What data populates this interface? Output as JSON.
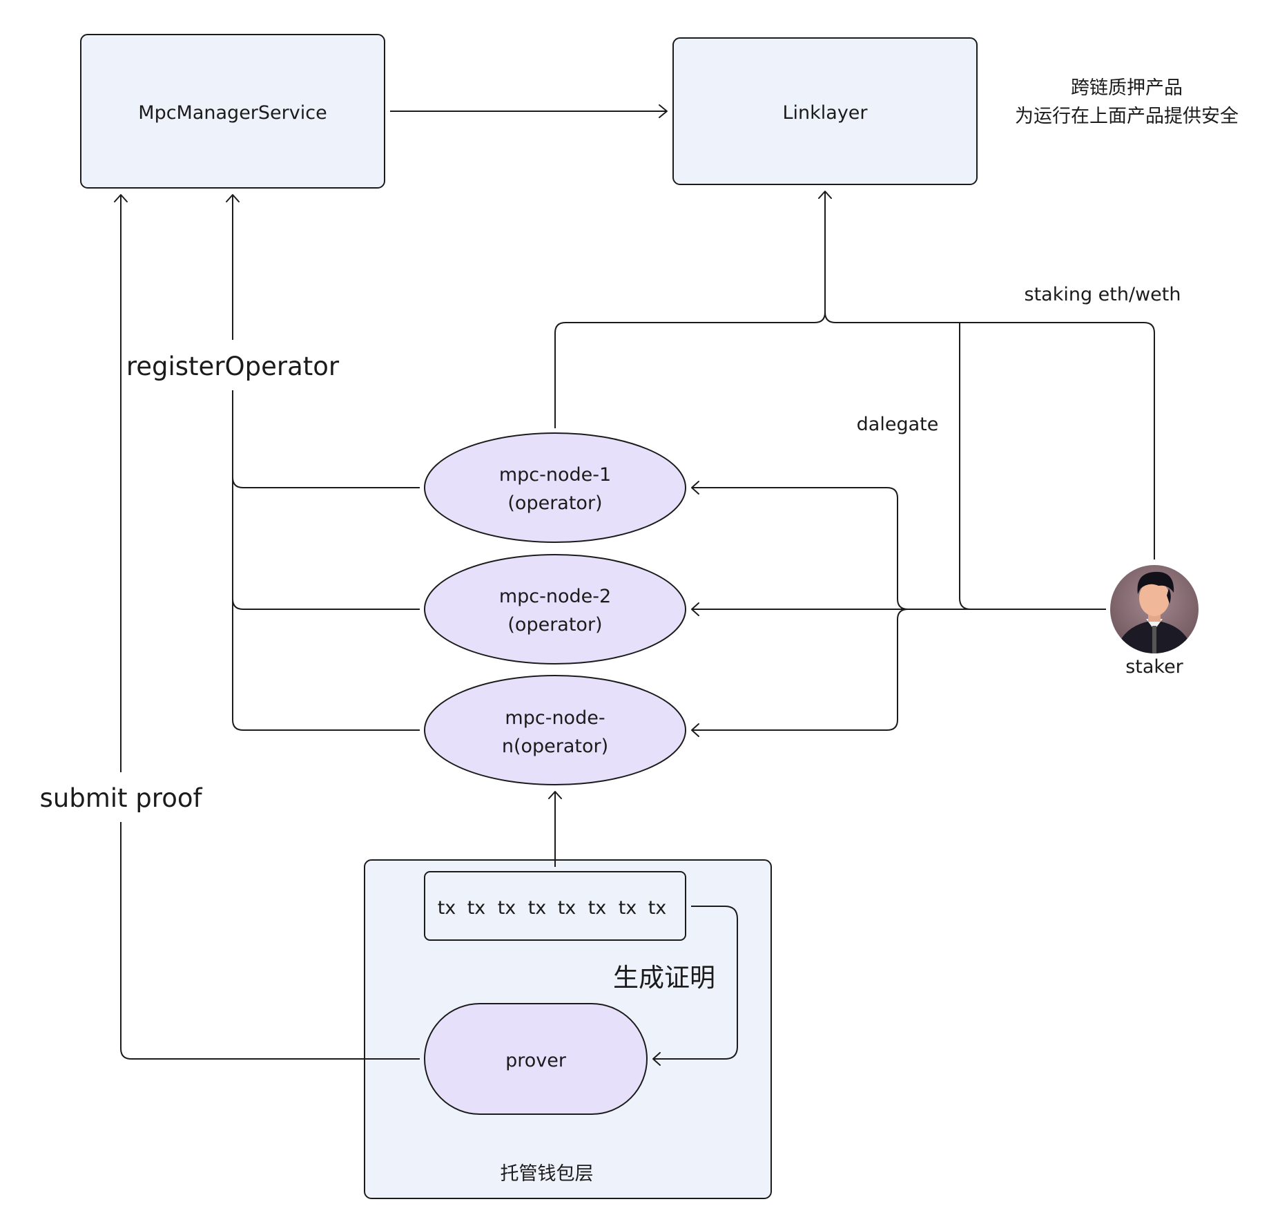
{
  "boxes": {
    "mpc_manager": "MpcManagerService",
    "linklayer": "Linklayer",
    "custody_layer": "托管钱包层"
  },
  "note": {
    "line1": "跨链质押产品",
    "line2": "为运行在上面产品提供安全"
  },
  "nodes": {
    "node1": {
      "line1": "mpc-node-1",
      "line2": "(operator)"
    },
    "node2": {
      "line1": "mpc-node-2",
      "line2": "(operator)"
    },
    "noden": {
      "line1": "mpc-node-",
      "line2": "n(operator)"
    }
  },
  "tx_items": [
    "tx",
    "tx",
    "tx",
    "tx",
    "tx",
    "tx",
    "tx",
    "tx"
  ],
  "prover": "prover",
  "staker": {
    "label": "staker",
    "icon": "person-avatar-icon"
  },
  "edge_labels": {
    "register_operator": "registerOperator",
    "submit_proof": "submit proof",
    "staking": "staking eth/weth",
    "delegate": "dalegate",
    "generate_proof": "生成证明"
  },
  "colors": {
    "box_fill": "#eef2fb",
    "node_fill": "#e6e0fa",
    "stroke": "#1b1b1b"
  }
}
